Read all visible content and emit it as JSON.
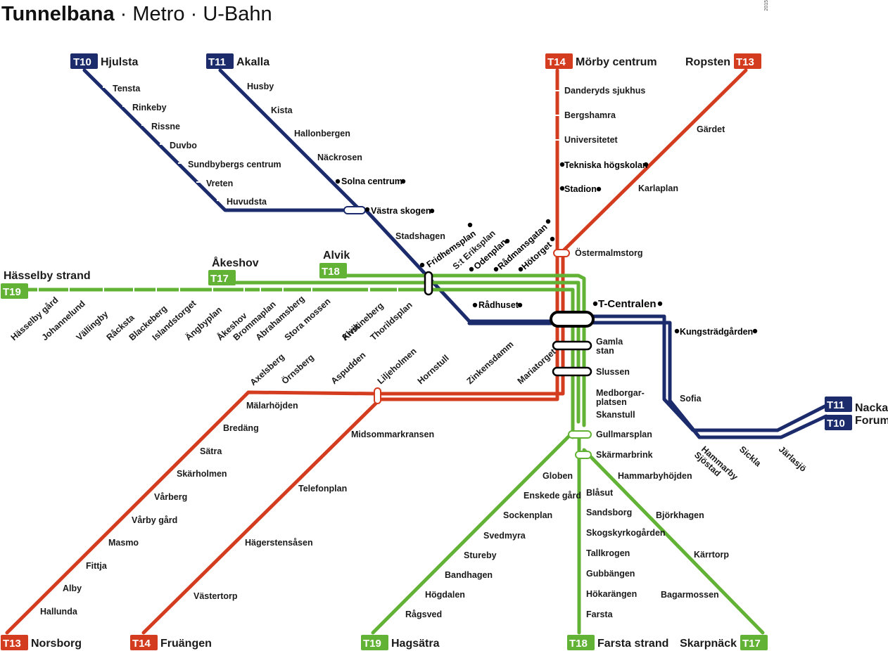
{
  "title": {
    "main": "Tunnelbana",
    "sep1": "·",
    "metro": "Metro",
    "sep2": "·",
    "ubahn": "U-Bahn",
    "code": "2015"
  },
  "colors": {
    "blue": "#1b2b6b",
    "red": "#d43c1f",
    "green": "#62b236"
  },
  "terminals": [
    {
      "id": "t10-hjulsta",
      "line": "T10",
      "name": "Hjulsta",
      "color": "blue"
    },
    {
      "id": "t11-akalla",
      "line": "T11",
      "name": "Akalla",
      "color": "blue"
    },
    {
      "id": "t14-morby",
      "line": "T14",
      "name": "Mörby centrum",
      "color": "red"
    },
    {
      "id": "t13-ropsten",
      "line": "T13",
      "name": "Ropsten",
      "color": "red"
    },
    {
      "id": "t19-hasselby",
      "line": "T19",
      "name": "Hässelby strand",
      "color": "green"
    },
    {
      "id": "t17-akeshov",
      "line": "T17",
      "name": "Åkeshov",
      "color": "green"
    },
    {
      "id": "t18-alvik",
      "line": "T18",
      "name": "Alvik",
      "color": "green"
    },
    {
      "id": "t11-nacka",
      "line": "T11",
      "name": "Nacka",
      "color": "blue"
    },
    {
      "id": "t10-forum",
      "line": "T10",
      "name": "Forum",
      "color": "blue"
    },
    {
      "id": "t13-norsborg",
      "line": "T13",
      "name": "Norsborg",
      "color": "red"
    },
    {
      "id": "t14-fruangen",
      "line": "T14",
      "name": "Fruängen",
      "color": "red"
    },
    {
      "id": "t19-hagsatra",
      "line": "T19",
      "name": "Hagsätra",
      "color": "green"
    },
    {
      "id": "t18-farsta",
      "line": "T18",
      "name": "Farsta strand",
      "color": "green"
    },
    {
      "id": "t17-skarpnack",
      "line": "T17",
      "name": "Skarpnäck",
      "color": "green"
    }
  ],
  "stations": {
    "hjulsta_branch": [
      "Tensta",
      "Rinkeby",
      "Rissne",
      "Duvbo",
      "Sundbybergs centrum",
      "Vreten",
      "Huvudsta"
    ],
    "akalla_branch": [
      "Husby",
      "Kista",
      "Hallonbergen",
      "Näckrosen",
      "Solna centrum",
      "Västra skogen",
      "Stadshagen",
      "Fridhemsplan",
      "Rådhuset"
    ],
    "morby_branch": [
      "Danderyds sjukhus",
      "Bergshamra",
      "Universitetet",
      "Tekniska högskolan",
      "Stadion"
    ],
    "ropsten_branch": [
      "Gärdet",
      "Karlaplan",
      "Östermalmstorg"
    ],
    "green_west": [
      "Hässelby gård",
      "Johannelund",
      "Vällingby",
      "Råcksta",
      "Blackeberg",
      "Islandstorget",
      "Ängbyplan",
      "Åkeshov",
      "Brommaplan",
      "Abrahamsberg",
      "Stora mossen",
      "Alvik",
      "Kristineberg",
      "Thorildsplan"
    ],
    "green_city": [
      "S:t Eriksplan",
      "Odenplan",
      "Rådmansgatan",
      "Hötorget"
    ],
    "central": "T-Centralen",
    "core_south": [
      "Gamla stan",
      "Slussen",
      "Medborgarplatsen",
      "Skanstull",
      "Gullmarsplan",
      "Skärmarbrink"
    ],
    "core_south_split": {
      "gamla1": "Gamla",
      "gamla2": "stan",
      "medb1": "Medborgar-",
      "medb2": "platsen"
    },
    "blue_east": [
      "Kungsträdgården",
      "Sofia",
      "Hammarby sjöstad",
      "Sickla",
      "Järlasjö"
    ],
    "blue_east_split": {
      "hs1": "Hammarby",
      "hs2": "Sjöstad"
    },
    "red_southwest": [
      "Mariatorget",
      "Zinkensdamm",
      "Hornstull",
      "Liljeholmen",
      "Aspudden",
      "Örnsberg",
      "Axelsberg"
    ],
    "norsborg_branch": [
      "Mälarhöjden",
      "Bredäng",
      "Sätra",
      "Skärholmen",
      "Vårberg",
      "Vårby gård",
      "Masmo",
      "Fittja",
      "Alby",
      "Hallunda"
    ],
    "fruangen_branch": [
      "Midsommarkransen",
      "Telefonplan",
      "Hägerstensåsen",
      "Västertorp"
    ],
    "hagsatra_branch": [
      "Globen",
      "Enskede gård",
      "Sockenplan",
      "Svedmyra",
      "Stureby",
      "Bandhagen",
      "Högdalen",
      "Rågsved"
    ],
    "farsta_branch": [
      "Blåsut",
      "Sandsborg",
      "Skogskyrkogården",
      "Tallkrogen",
      "Gubbängen",
      "Hökarängen",
      "Farsta"
    ],
    "skarpnack_branch": [
      "Hammarbyhöjden",
      "Björkhagen",
      "Kärrtorp",
      "Bagarmossen"
    ]
  }
}
